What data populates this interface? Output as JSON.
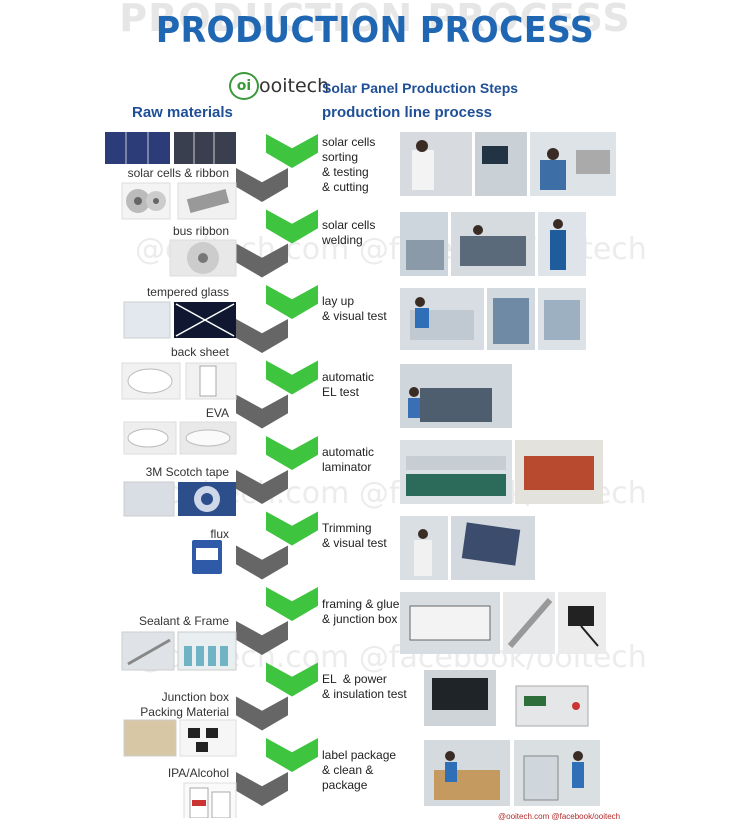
{
  "header": {
    "watermark_title": "PRODUCTION PROCESS",
    "title": "PRODUCTION PROCESS",
    "brand": "ooitech",
    "logo_mark": "oi",
    "subtitle": "Solar Panel Production Steps",
    "left_heading": "Raw materials",
    "right_heading": "production line process"
  },
  "watermark_text": "@ooitech.com @facebook/ooitech",
  "raw_materials": [
    "solar cells & ribbon",
    "bus ribbon",
    "tempered glass",
    "back sheet",
    "EVA",
    "3M Scotch tape",
    "flux",
    "Sealant & Frame",
    "Junction box",
    "Packing Material",
    "IPA/Alcohol"
  ],
  "steps": [
    [
      "solar cells",
      "sorting",
      "& testing",
      "& cutting"
    ],
    [
      "solar cells",
      "welding"
    ],
    [
      "lay up",
      "& visual test"
    ],
    [
      "automatic",
      "EL test"
    ],
    [
      "automatic",
      "laminator"
    ],
    [
      "Trimming",
      "& visual test"
    ],
    [
      "framing & glue",
      "& junction box"
    ],
    [
      "EL  & power",
      "& insulation test"
    ],
    [
      "label package",
      "& clean & package"
    ]
  ],
  "footer": {
    "credit": "@ooitech.com  @facebook/ooitech"
  },
  "colors": {
    "title_blue": "#1f66b3",
    "heading_blue": "#1f4f96",
    "arrow_green": "#3fc43f",
    "arrow_gray": "#666666"
  },
  "icons": {
    "step_arrow": "chevron-down-icon",
    "logo": "ooitech-logo-icon"
  }
}
